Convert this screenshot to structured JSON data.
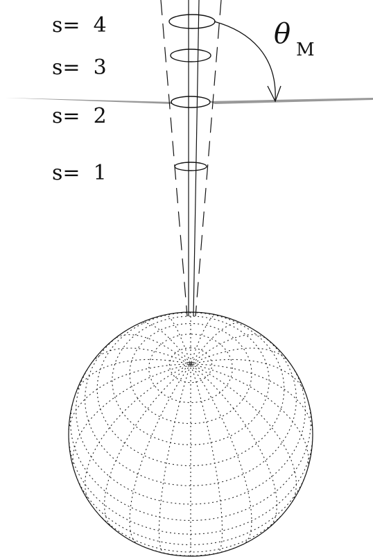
{
  "diagram": {
    "levels": [
      {
        "id": "s4",
        "label": "s=  4"
      },
      {
        "id": "s3",
        "label": "s=  3"
      },
      {
        "id": "s2",
        "label": "s=  2"
      },
      {
        "id": "s1",
        "label": "s=  1"
      }
    ],
    "angle": {
      "symbol": "θ",
      "subscript": "M"
    },
    "colors": {
      "line": "#111111",
      "plane": "#999999",
      "grid": "#222222"
    }
  }
}
